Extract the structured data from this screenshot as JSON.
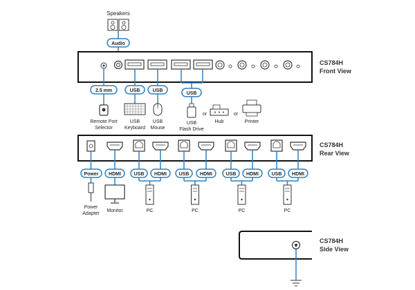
{
  "speakers": {
    "label": "Speakers"
  },
  "front_view": {
    "title_line1": "CS784H",
    "title_line2": "Front View",
    "badges": {
      "audio": "Audio",
      "remote": "2.5 mm",
      "usb_keyboard": "USB",
      "usb_mouse": "USB",
      "usb_hub": "USB"
    },
    "devices": {
      "remote_selector_line1": "Remote Port",
      "remote_selector_line2": "Selector",
      "keyboard_line1": "USB",
      "keyboard_line2": "Keyboard",
      "mouse_line1": "USB",
      "mouse_line2": "Mouse",
      "flash_line1": "USB",
      "flash_line2": "Flash Drive",
      "or_1": "or",
      "hub": "Hub",
      "or_2": "or",
      "printer": "Printer"
    }
  },
  "rear_view": {
    "title_line1": "CS784H",
    "title_line2": "Rear View",
    "power_badge": "Power",
    "hdmi_monitor_badge": "HDMI",
    "power_adapter_line1": "Power",
    "power_adapter_line2": "Adapter",
    "monitor": "Monitor",
    "pc_ports": [
      {
        "usb": "USB",
        "hdmi": "HDMI",
        "pc": "PC"
      },
      {
        "usb": "USB",
        "hdmi": "HDMI",
        "pc": "PC"
      },
      {
        "usb": "USB",
        "hdmi": "HDMI",
        "pc": "PC"
      },
      {
        "usb": "USB",
        "hdmi": "HDMI",
        "pc": "PC"
      }
    ]
  },
  "side_view": {
    "title_line1": "CS784H",
    "title_line2": "Side View"
  },
  "colors": {
    "accent": "#2d7fc1",
    "device": "#333333",
    "panel_stroke": "#111111"
  }
}
